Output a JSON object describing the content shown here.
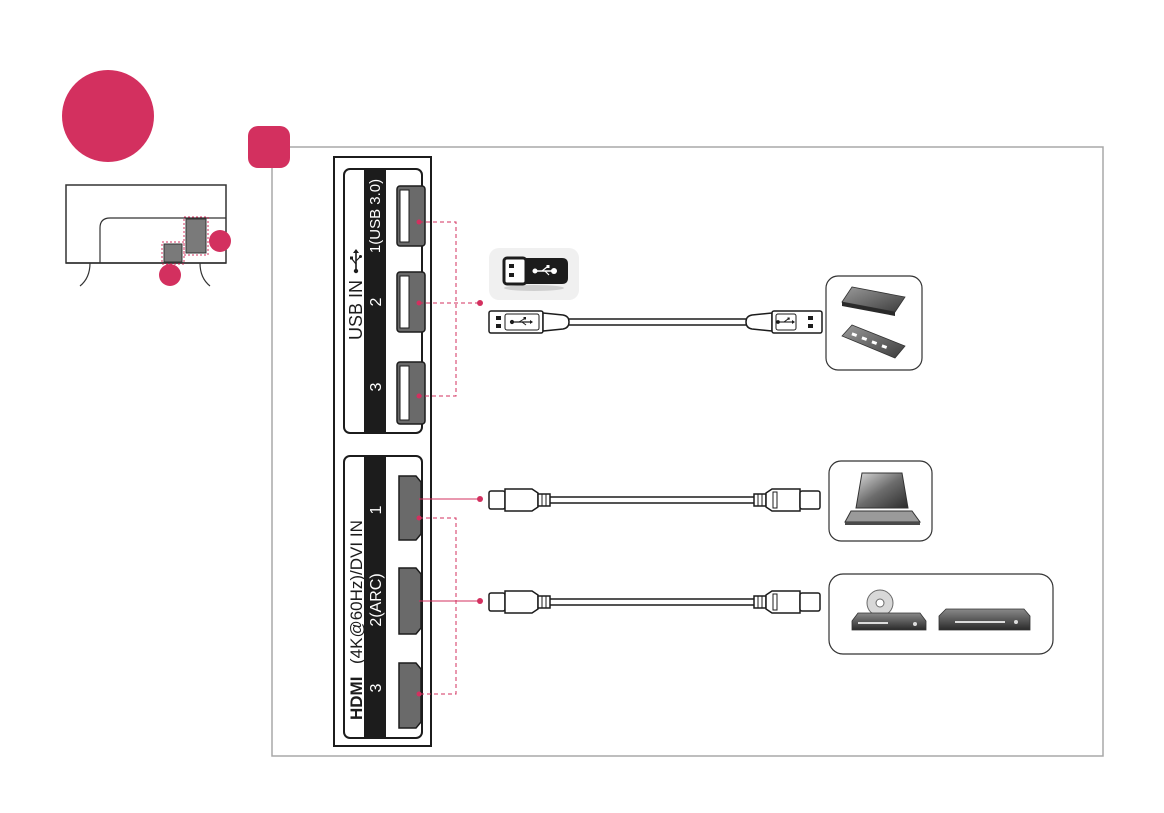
{
  "colors": {
    "accent": "#d3305f",
    "panel_fill": "#ffffff",
    "panel_border": "#1c1c1c",
    "label_bar": "#1c1c1c",
    "port_fill": "#6a6a6a",
    "frame_border": "#a8a8a8",
    "device_bg": "#f0f0f0"
  },
  "usb_panel": {
    "title": "USB IN",
    "port_labels": [
      "1(USB 3.0)",
      "2",
      "3"
    ]
  },
  "hdmi_panel": {
    "logo": "HDMI",
    "title": "(4K@60Hz)/DVI IN",
    "port_labels": [
      "1",
      "2(ARC)",
      "3"
    ]
  },
  "icons": {
    "usb_stick": "usb-flash-drive-icon",
    "usb_devices": "external-hdd-and-usb-hub-icon",
    "laptop": "laptop-icon",
    "players": "dvd-player-and-set-top-box-icon",
    "usb_symbol": "usb-trident-icon"
  }
}
